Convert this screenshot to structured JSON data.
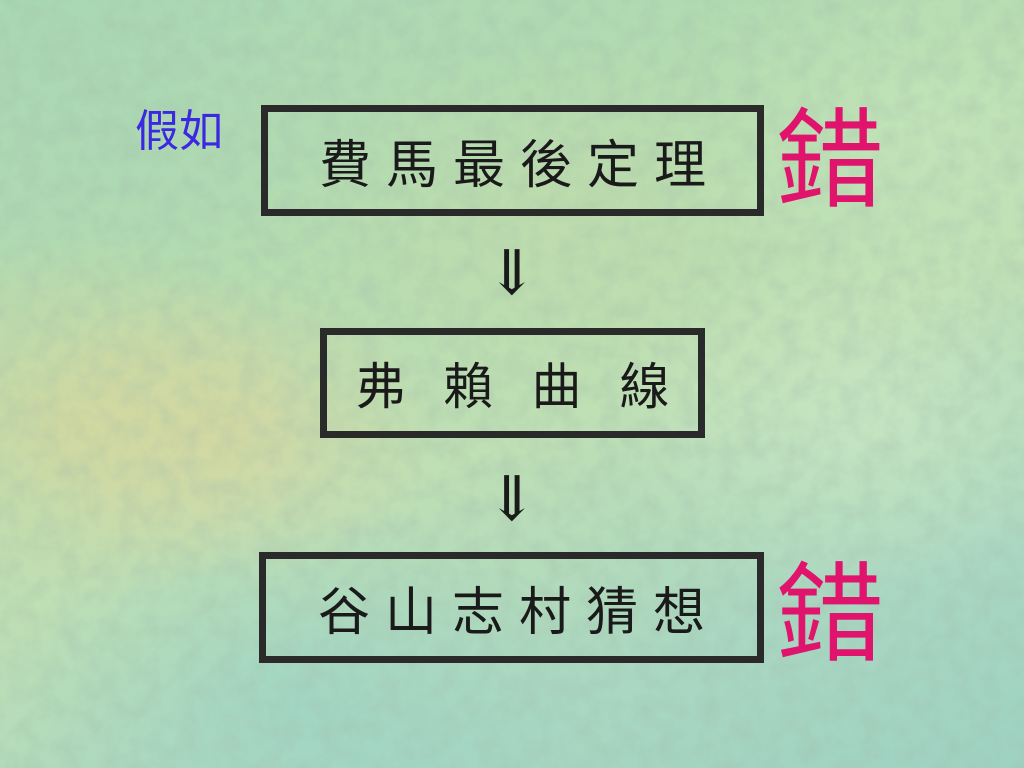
{
  "prefix_label": "假如",
  "boxes": [
    {
      "text": "費馬最後定理"
    },
    {
      "text": "弗賴曲線"
    },
    {
      "text": "谷山志村猜想"
    }
  ],
  "arrows": [
    "⇓",
    "⇓"
  ],
  "wrong_marks": [
    "錯",
    "錯"
  ],
  "colors": {
    "wrong_mark": "#e0136d",
    "prefix_label": "#3b28e0",
    "box_border": "#2a2a2a"
  },
  "icons": [
    "double-down-arrow-icon"
  ]
}
